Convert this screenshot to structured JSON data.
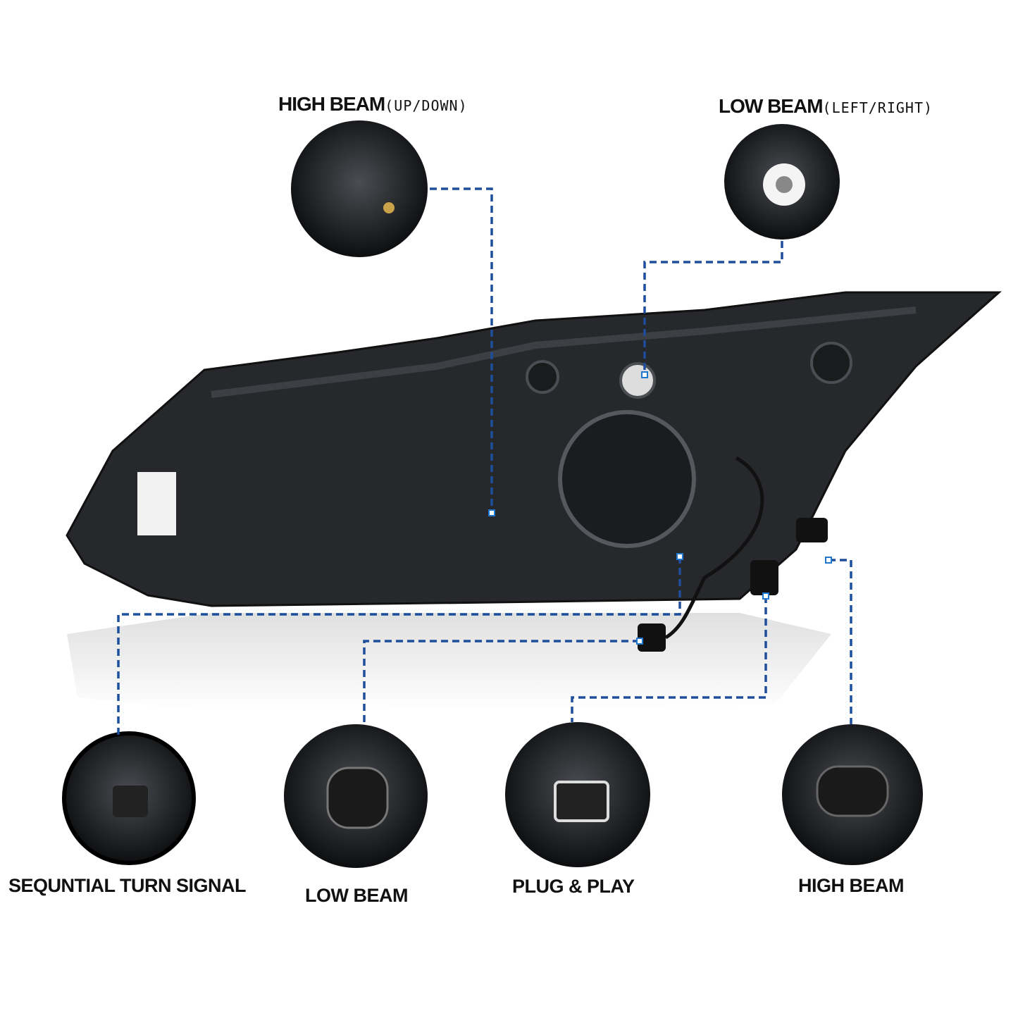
{
  "labels": {
    "high_beam_top": {
      "main": "HIGH BEAM",
      "sub": "(UP/DOWN)"
    },
    "low_beam_top": {
      "main": "LOW BEAM",
      "sub": "(LEFT/RIGHT)"
    },
    "turn_signal": "SEQUNTIAL TURN SIGNAL",
    "low_beam": "LOW BEAM",
    "plug_play": "PLUG & PLAY",
    "high_beam": "HIGH BEAM"
  },
  "colors": {
    "callout_line": "#1f4e9c",
    "housing": "#26282b",
    "background": "#ffffff"
  }
}
